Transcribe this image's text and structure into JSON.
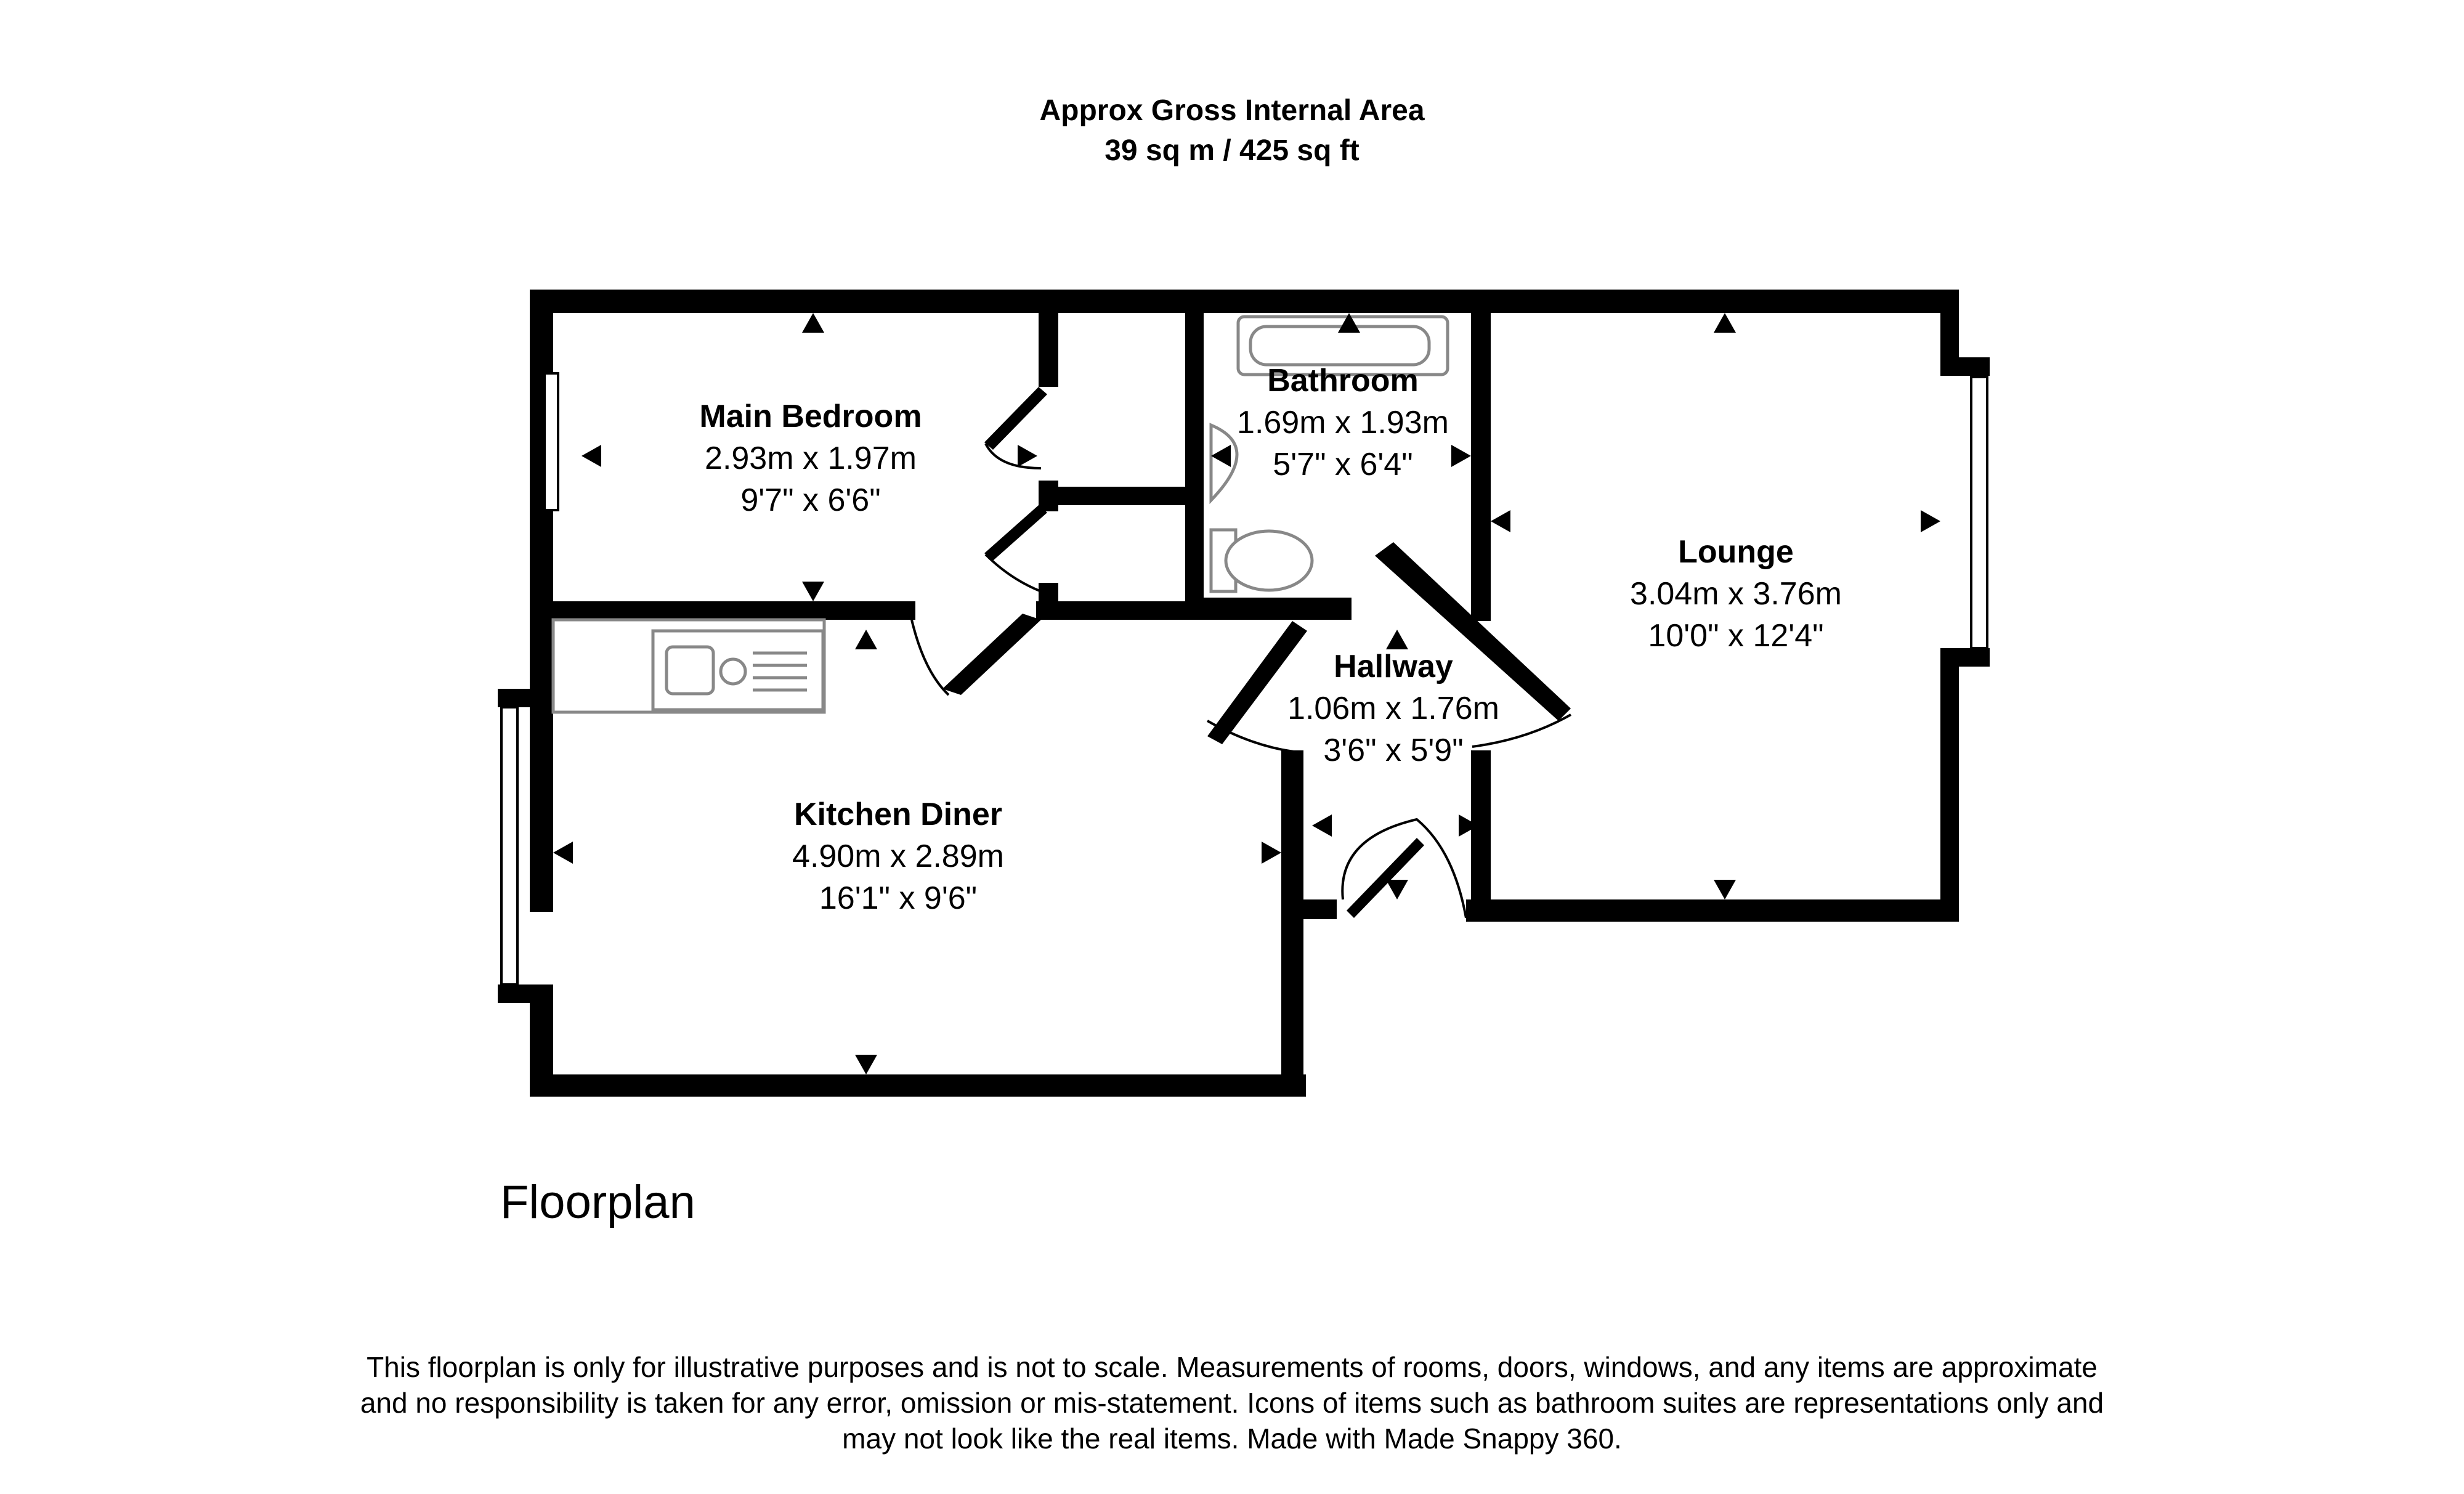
{
  "header": {
    "line1": "Approx Gross Internal Area",
    "line2": "39 sq m / 425 sq ft"
  },
  "rooms": {
    "main_bedroom": {
      "name": "Main Bedroom",
      "metric": "2.93m x 1.97m",
      "imperial": "9'7\" x 6'6\""
    },
    "bathroom": {
      "name": "Bathroom",
      "metric": "1.69m x 1.93m",
      "imperial": "5'7\" x 6'4\""
    },
    "lounge": {
      "name": "Lounge",
      "metric": "3.04m x 3.76m",
      "imperial": "10'0\" x 12'4\""
    },
    "hallway": {
      "name": "Hallway",
      "metric": "1.06m x 1.76m",
      "imperial": "3'6\" x 5'9\""
    },
    "kitchen": {
      "name": "Kitchen Diner",
      "metric": "4.90m x 2.89m",
      "imperial": "16'1\" x 9'6\""
    }
  },
  "caption": "Floorplan",
  "disclaimer": {
    "line1": "This floorplan is only for illustrative purposes and is not to scale. Measurements of rooms, doors, windows, and any items are approximate",
    "line2": "and no responsibility is taken for any error, omission or mis-statement. Icons of items such as bathroom suites are representations only and",
    "line3": "may not look like the real items. Made with Made Snappy 360."
  },
  "colors": {
    "wall": "#000000",
    "fixture_stroke": "#888888",
    "background": "#ffffff"
  }
}
